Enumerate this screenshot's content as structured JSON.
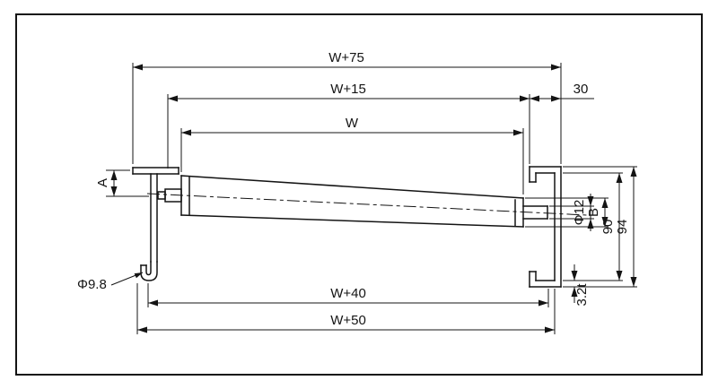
{
  "drawing": {
    "type": "technical-dimension-drawing",
    "subject": "tapered conveyor roller with side frames, section view",
    "background_color": "#ffffff",
    "line_color": "#141414"
  },
  "labels": {
    "w_plus_75": "W+75",
    "w_plus_15": "W+15",
    "thirty": "30",
    "w": "W",
    "a": "A",
    "phi_12": "Φ12",
    "b": "B",
    "ninety": "90",
    "ninety_four": "94",
    "three_two_t": "3.2t",
    "w_plus_40": "W+40",
    "w_plus_50": "W+50",
    "phi_9_8": "Φ9.8"
  }
}
